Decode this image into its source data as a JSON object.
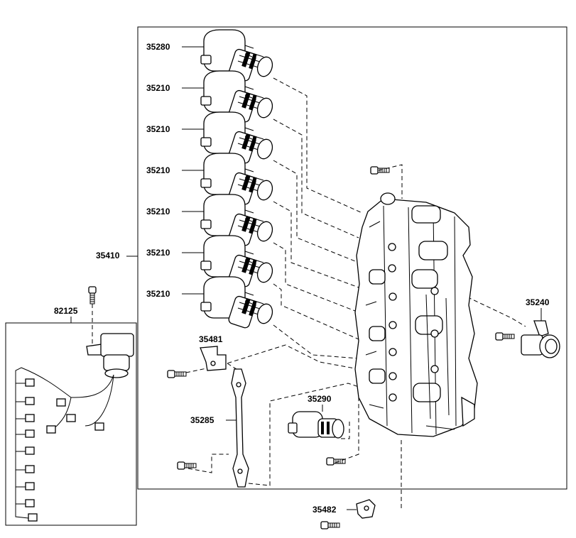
{
  "labels": {
    "p35280": "35280",
    "p35210": [
      "35210",
      "35210",
      "35210",
      "35210",
      "35210",
      "35210"
    ],
    "p35410": "35410",
    "p82125": "82125",
    "p35481": "35481",
    "p35240": "35240",
    "p35290": "35290",
    "p35285": "35285",
    "p35482": "35482"
  }
}
